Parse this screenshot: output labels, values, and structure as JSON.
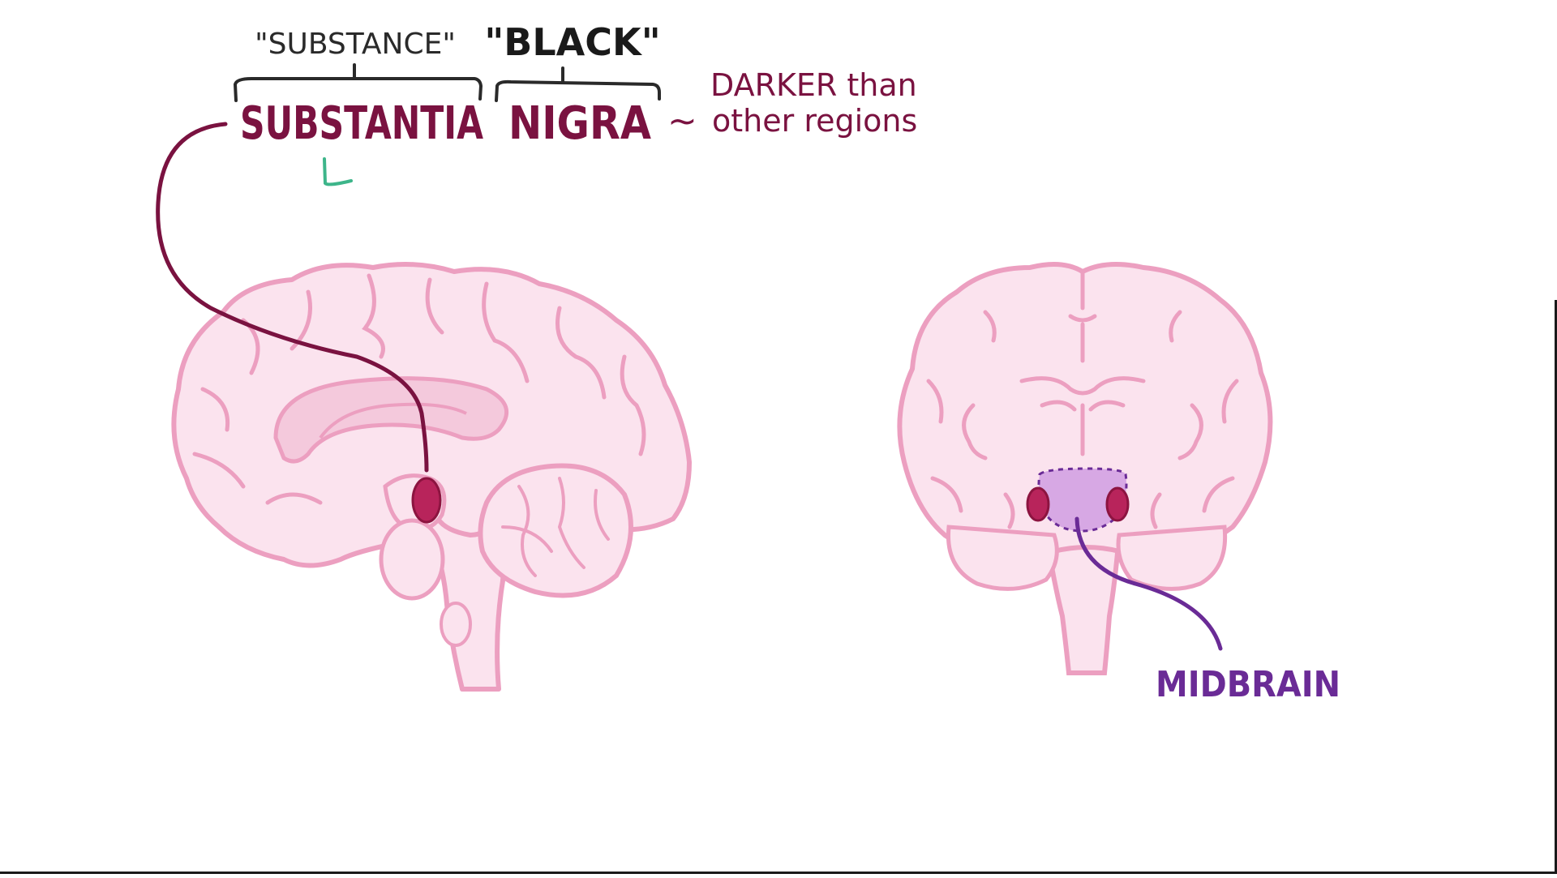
{
  "annotations": {
    "substance_translation": "\"SUBSTANCE\"",
    "black_translation": "\"BLACK\"",
    "term_part1": "SUBSTANTIA",
    "term_part2": "NIGRA",
    "tilde": "~",
    "note_line1": "DARKER than",
    "note_line2": "other regions",
    "midbrain_label": "MIDBRAIN"
  },
  "colors": {
    "background": "#ffffff",
    "term": "#7a1240",
    "bracket": "#2a2a2a",
    "brain_fill": "#fbe3ee",
    "brain_stroke": "#ec9fc0",
    "nigra_fill": "#b8245b",
    "midbrain_fill": "#d7a8e4",
    "midbrain_label": "#6a2b96",
    "green_mark": "#3db58a"
  }
}
